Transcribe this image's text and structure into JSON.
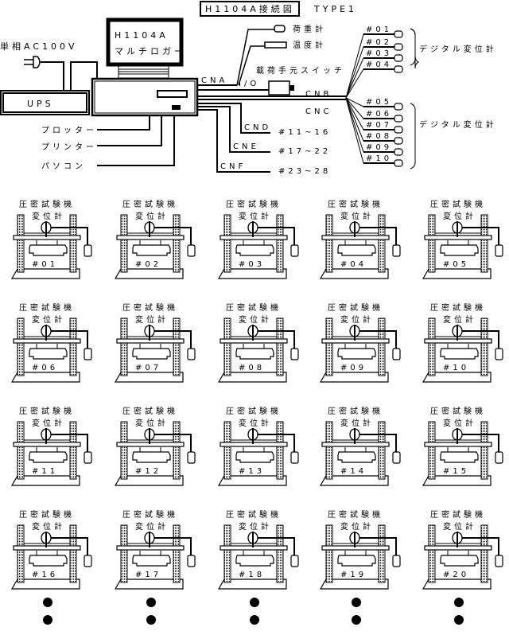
{
  "title": "H1104A接続図",
  "type_label": "TYPE1",
  "monitor": {
    "line1": "H1104A",
    "line2": "マルチロガー"
  },
  "power": "単相AC100V",
  "ups": "UPS",
  "peripherals": [
    "プロッター",
    "プリンター",
    "パソコン"
  ],
  "load_cell": "荷重計",
  "thermometer": "温度計",
  "switch_label": "載荷手元スイッチ",
  "io_label": "I/O",
  "connectors": {
    "cna": "CNA",
    "cnb": "CNB",
    "cnc": "CNC",
    "cnd": "CND",
    "cne": "CNE",
    "cnf": "CNF"
  },
  "connector_ranges": {
    "cnd": "#11~16",
    "cne": "#17~22",
    "cnf": "#23~28"
  },
  "cnb_channels": [
    "#01",
    "#02",
    "#03",
    "#04"
  ],
  "cnc_channels": [
    "#05",
    "#06",
    "#07",
    "#08",
    "#09",
    "#10"
  ],
  "gauge_group_label": "デジタル変位計",
  "machine_title": "圧密試験機",
  "machine_gauge": "変位計",
  "machines": [
    "#01",
    "#02",
    "#03",
    "#04",
    "#05",
    "#06",
    "#07",
    "#08",
    "#09",
    "#10",
    "#11",
    "#12",
    "#13",
    "#14",
    "#15",
    "#16",
    "#17",
    "#18",
    "#19",
    "#20"
  ]
}
